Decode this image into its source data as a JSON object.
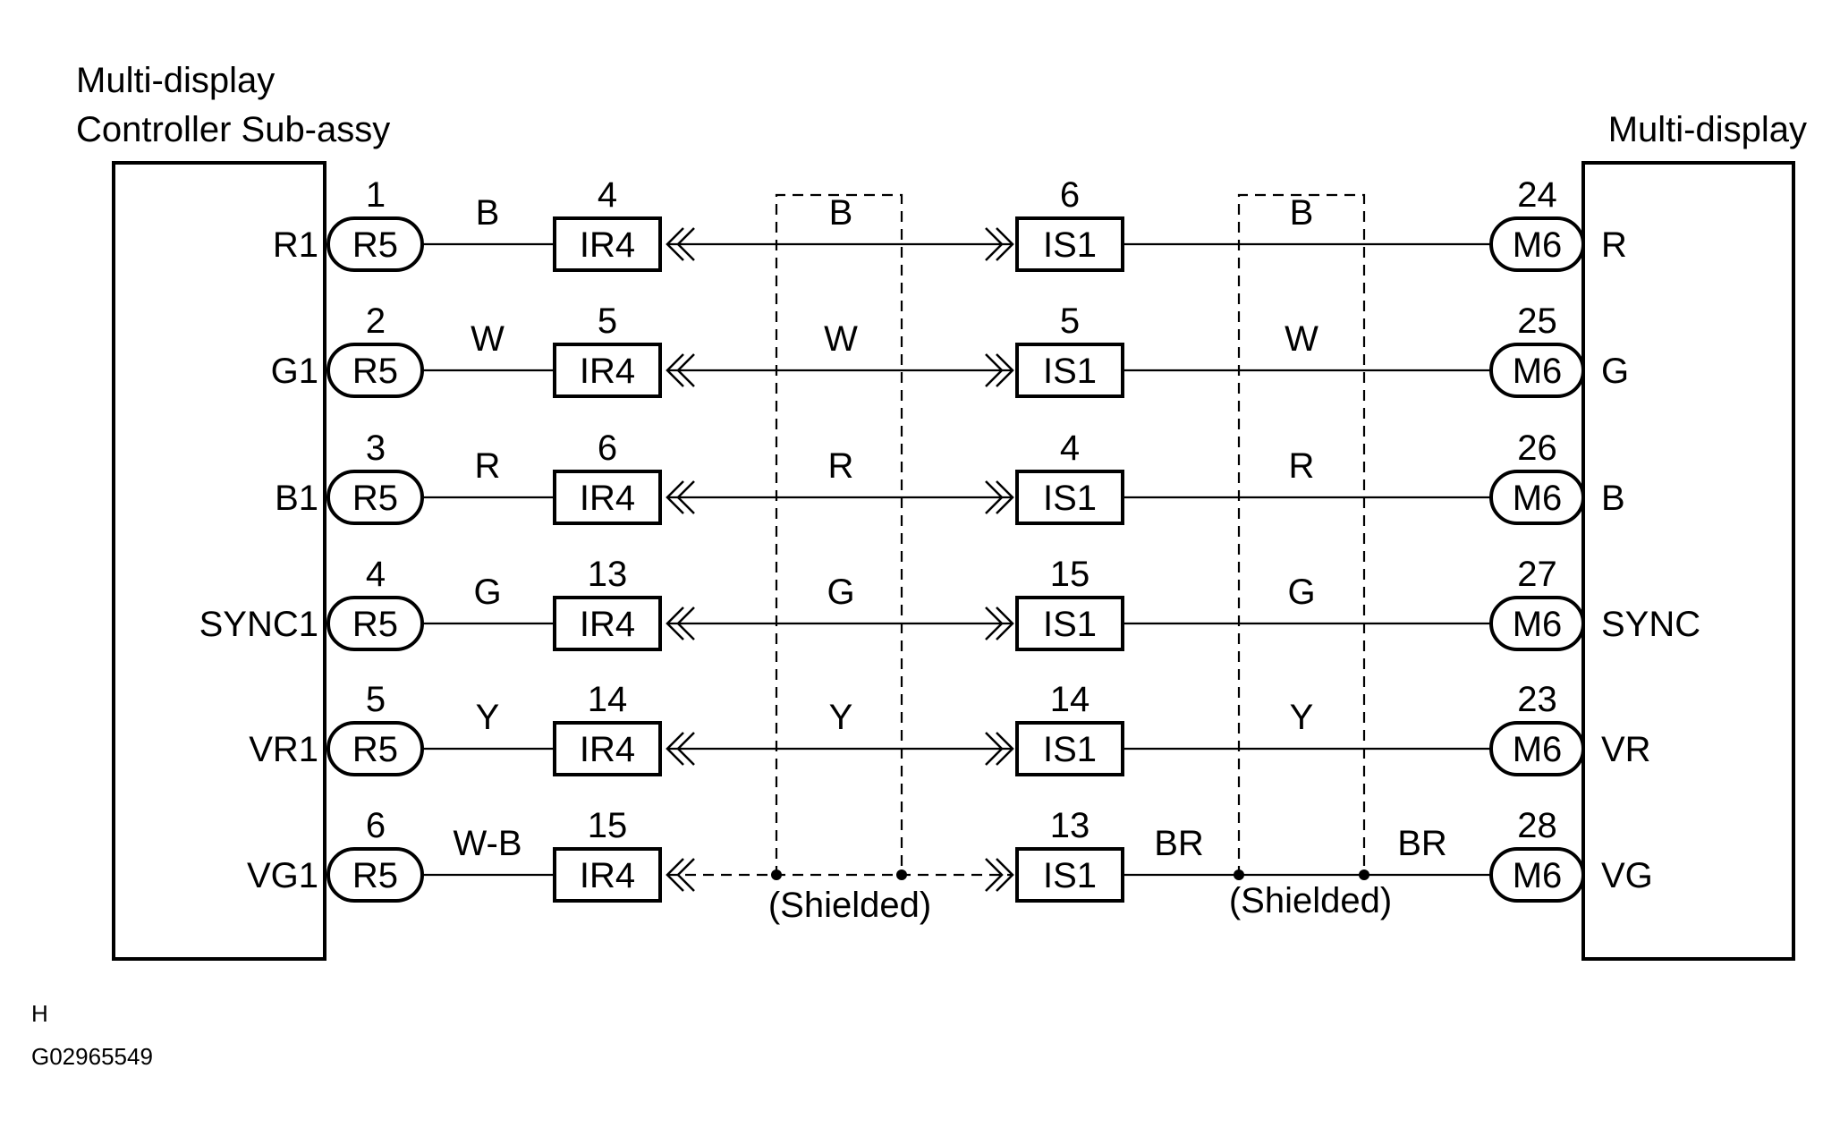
{
  "left_component": {
    "title_line1": "Multi-display",
    "title_line2": "Controller  Sub-assy"
  },
  "right_component": {
    "title": "Multi-display"
  },
  "rows": [
    {
      "left_terminal": "R1",
      "left_pin": "1",
      "left_conn": "R5",
      "wire1": "B",
      "ir_pin": "4",
      "ir_conn": "IR4",
      "wire2": "B",
      "is_pin": "6",
      "is_conn": "IS1",
      "wire3": "B",
      "wire3b": "",
      "right_pin": "24",
      "right_conn": "M6",
      "right_terminal": "R"
    },
    {
      "left_terminal": "G1",
      "left_pin": "2",
      "left_conn": "R5",
      "wire1": "W",
      "ir_pin": "5",
      "ir_conn": "IR4",
      "wire2": "W",
      "is_pin": "5",
      "is_conn": "IS1",
      "wire3": "W",
      "wire3b": "",
      "right_pin": "25",
      "right_conn": "M6",
      "right_terminal": "G"
    },
    {
      "left_terminal": "B1",
      "left_pin": "3",
      "left_conn": "R5",
      "wire1": "R",
      "ir_pin": "6",
      "ir_conn": "IR4",
      "wire2": "R",
      "is_pin": "4",
      "is_conn": "IS1",
      "wire3": "R",
      "wire3b": "",
      "right_pin": "26",
      "right_conn": "M6",
      "right_terminal": "B"
    },
    {
      "left_terminal": "SYNC1",
      "left_pin": "4",
      "left_conn": "R5",
      "wire1": "G",
      "ir_pin": "13",
      "ir_conn": "IR4",
      "wire2": "G",
      "is_pin": "15",
      "is_conn": "IS1",
      "wire3": "G",
      "wire3b": "",
      "right_pin": "27",
      "right_conn": "M6",
      "right_terminal": "SYNC"
    },
    {
      "left_terminal": "VR1",
      "left_pin": "5",
      "left_conn": "R5",
      "wire1": "Y",
      "ir_pin": "14",
      "ir_conn": "IR4",
      "wire2": "Y",
      "is_pin": "14",
      "is_conn": "IS1",
      "wire3": "Y",
      "wire3b": "",
      "right_pin": "23",
      "right_conn": "M6",
      "right_terminal": "VR"
    },
    {
      "left_terminal": "VG1",
      "left_pin": "6",
      "left_conn": "R5",
      "wire1": "W-B",
      "ir_pin": "15",
      "ir_conn": "IR4",
      "wire2": "",
      "is_pin": "13",
      "is_conn": "IS1",
      "wire3": "BR",
      "wire3b": "BR",
      "right_pin": "28",
      "right_conn": "M6",
      "right_terminal": "VG"
    }
  ],
  "shield_label": "(Shielded)",
  "footer": {
    "letter": "H",
    "code": "G02965549"
  }
}
